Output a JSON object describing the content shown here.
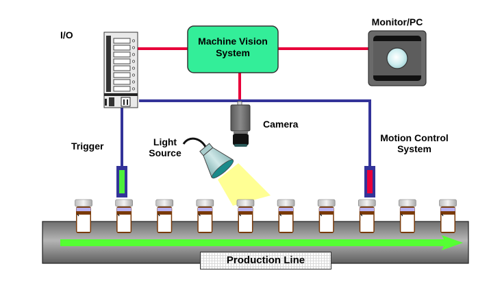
{
  "diagram": {
    "title": "Machine Vision System Overview",
    "labels": {
      "io": "I/O",
      "machine_vision_line1": "Machine Vision",
      "machine_vision_line2": "System",
      "monitor": "Monitor/PC",
      "camera": "Camera",
      "light_line1": "Light",
      "light_line2": "Source",
      "trigger": "Trigger",
      "motion_line1": "Motion Control",
      "motion_line2": "System",
      "production_line": "Production Line"
    },
    "components": [
      {
        "id": "io-module",
        "icon": "io-rack-icon"
      },
      {
        "id": "machine-vision-system",
        "icon": "rounded-box"
      },
      {
        "id": "monitor-pc",
        "icon": "monitor-icon"
      },
      {
        "id": "camera",
        "icon": "camera-icon"
      },
      {
        "id": "light-source",
        "icon": "lamp-icon"
      },
      {
        "id": "trigger-sensor",
        "icon": "sensor-icon",
        "indicator_color": "#4cf03a"
      },
      {
        "id": "motion-control-sensor",
        "icon": "sensor-icon",
        "indicator_color": "#e8003a"
      },
      {
        "id": "conveyor",
        "icon": "conveyor-icon"
      }
    ],
    "connections": [
      {
        "from": "io-module",
        "to": "machine-vision-system",
        "color": "#e8003a"
      },
      {
        "from": "machine-vision-system",
        "to": "monitor-pc",
        "color": "#e8003a"
      },
      {
        "from": "machine-vision-system",
        "to": "camera",
        "color": "#e8003a"
      },
      {
        "from": "io-module",
        "to": "motion-control-sensor",
        "color": "#333399"
      },
      {
        "from": "io-module",
        "to": "trigger-sensor",
        "color": "#333399"
      }
    ],
    "bottle_count": 10,
    "flow_direction": "left-to-right",
    "colors": {
      "mvs_fill": "#33ee99",
      "signal_line": "#e8003a",
      "control_line": "#333399",
      "flow_arrow": "#55ff33",
      "light_beam": "#ffff88",
      "conveyor": "#808080"
    }
  }
}
